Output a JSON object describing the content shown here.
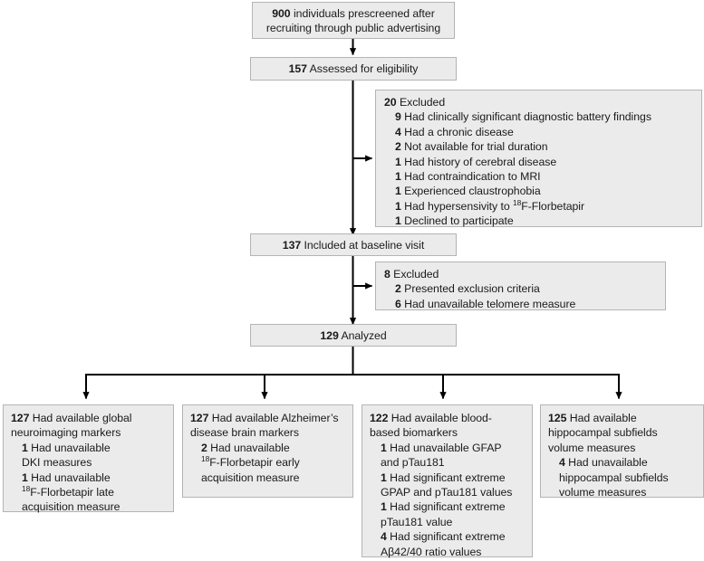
{
  "diagram": {
    "type": "participant-flow-chart",
    "colors": {
      "box_fill": "#ebebeb",
      "box_border": "#b4b4b4",
      "connector": "#000000",
      "text": "#1a1a1a",
      "background": "#ffffff"
    },
    "nodes": {
      "prescreened": {
        "count": "900",
        "line1_rest": " individuals prescreened after",
        "line2": "recruiting through public advertising"
      },
      "assessed": {
        "count": "157",
        "label": " Assessed for eligibility"
      },
      "excluded_1": {
        "count": "20",
        "label": " Excluded",
        "reasons": [
          {
            "n": "9",
            "text": " Had clinically significant diagnostic battery findings"
          },
          {
            "n": "4",
            "text": " Had a chronic disease"
          },
          {
            "n": "2",
            "text": " Not available for trial duration"
          },
          {
            "n": "1",
            "text": " Had history of cerebral disease"
          },
          {
            "n": "1",
            "text": " Had contraindication to MRI"
          },
          {
            "n": "1",
            "text": " Experienced claustrophobia"
          },
          {
            "n": "1",
            "text": " Had hypersensivity to ",
            "sup": "18",
            "after": "F-Florbetapir"
          },
          {
            "n": "1",
            "text": " Declined to participate"
          }
        ]
      },
      "included": {
        "count": "137",
        "label": " Included at baseline visit"
      },
      "excluded_2": {
        "count": "8",
        "label": " Excluded",
        "reasons": [
          {
            "n": "2",
            "text": " Presented exclusion criteria"
          },
          {
            "n": "6",
            "text": " Had unavailable telomere measure"
          }
        ]
      },
      "analyzed": {
        "count": "129",
        "label": " Analyzed"
      }
    },
    "outcomes": [
      {
        "name": "global-neuroimaging-markers",
        "count": "127",
        "head_line1": " Had available global",
        "head_line2": "neuroimaging markers",
        "items": [
          {
            "n": "1",
            "l1": " Had unavailable",
            "l2": "DKI measures"
          },
          {
            "n": "1",
            "l1": " Had unavailable",
            "sup": "18",
            "l2_after": "F-Florbetapir late",
            "l3": "acquisition measure"
          }
        ]
      },
      {
        "name": "alzheimers-disease-brain-markers",
        "count": "127",
        "head_line1": " Had available Alzheimer’s",
        "head_line2": "disease brain markers",
        "items": [
          {
            "n": "2",
            "l1": " Had unavailable",
            "sup": "18",
            "l2_after": "F-Florbetapir early",
            "l3": "acquisition measure"
          }
        ]
      },
      {
        "name": "blood-based-biomarkers",
        "count": "122",
        "head_line1": " Had available blood-",
        "head_line2": "based biomarkers",
        "items": [
          {
            "n": "1",
            "l1": " Had unavailable GFAP",
            "l2": "and pTau181"
          },
          {
            "n": "1",
            "l1": " Had significant extreme",
            "l2": "GPAP and pTau181 values"
          },
          {
            "n": "1",
            "l1": " Had significant extreme",
            "l2": "pTau181 value"
          },
          {
            "n": "4",
            "l1": " Had significant extreme",
            "l2": "Aβ42/40 ratio values"
          }
        ]
      },
      {
        "name": "hippocampal-subfields-volume",
        "count": "125",
        "head_line1": " Had available",
        "head_line2": "hippocampal subfields",
        "head_line3": "volume measures",
        "items": [
          {
            "n": "4",
            "l1": " Had unavailable",
            "l2": "hippocampal subfields",
            "l3": "volume measures"
          }
        ]
      }
    ]
  }
}
